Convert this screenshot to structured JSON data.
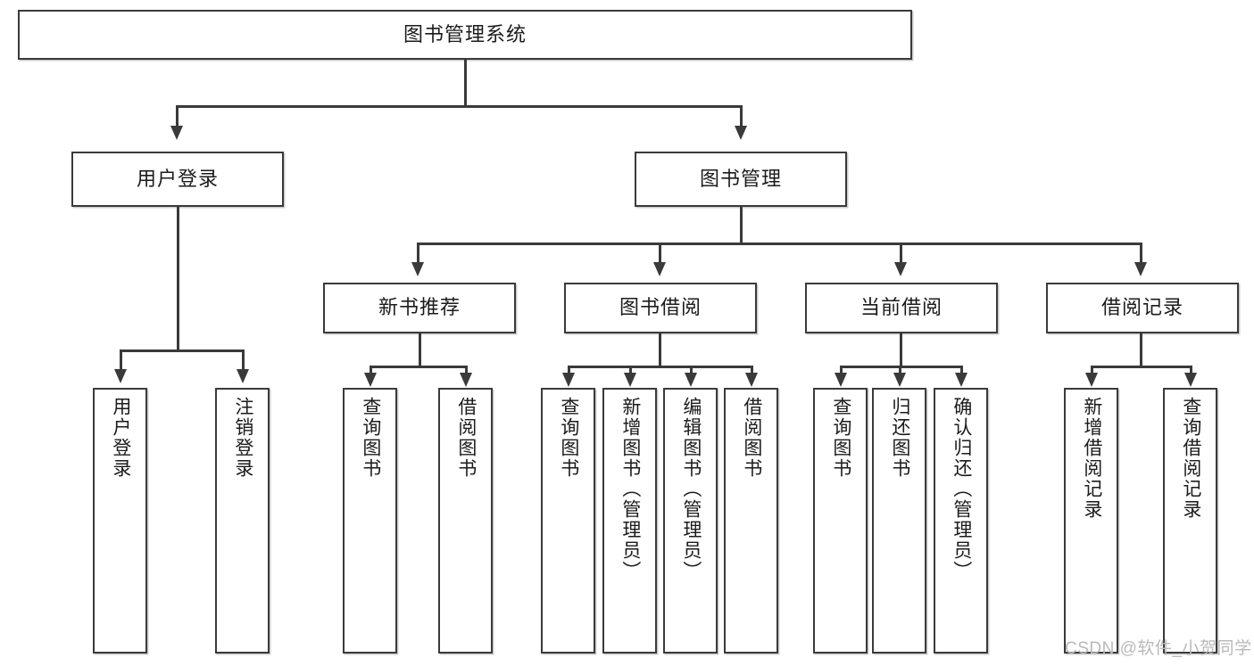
{
  "diagram": {
    "type": "tree",
    "title": "图书管理系统",
    "root": {
      "label": "图书管理系统"
    },
    "level2": [
      {
        "label": "用户登录"
      },
      {
        "label": "图书管理"
      }
    ],
    "level3": [
      {
        "label": "新书推荐"
      },
      {
        "label": "图书借阅"
      },
      {
        "label": "当前借阅"
      },
      {
        "label": "借阅记录"
      }
    ],
    "leaves": {
      "user_login": [
        {
          "label": "用户登录"
        },
        {
          "label": "注销登录"
        }
      ],
      "new_book_recommend": [
        {
          "label": "查询图书"
        },
        {
          "label": "借阅图书"
        }
      ],
      "book_borrow": [
        {
          "label": "查询图书"
        },
        {
          "label": "新增图书（管理员）"
        },
        {
          "label": "编辑图书（管理员）"
        },
        {
          "label": "借阅图书"
        }
      ],
      "current_borrow": [
        {
          "label": "查询图书"
        },
        {
          "label": "归还图书"
        },
        {
          "label": "确认归还（管理员）"
        }
      ],
      "borrow_record": [
        {
          "label": "新增借阅记录"
        },
        {
          "label": "查询借阅记录"
        }
      ]
    }
  },
  "watermark": {
    "text": "CSDN @软件_小贺同学"
  },
  "colors": {
    "border": "#3a3a3a",
    "background": "#ffffff",
    "text": "#1b1b1b",
    "watermark": "#b9b9b9"
  }
}
